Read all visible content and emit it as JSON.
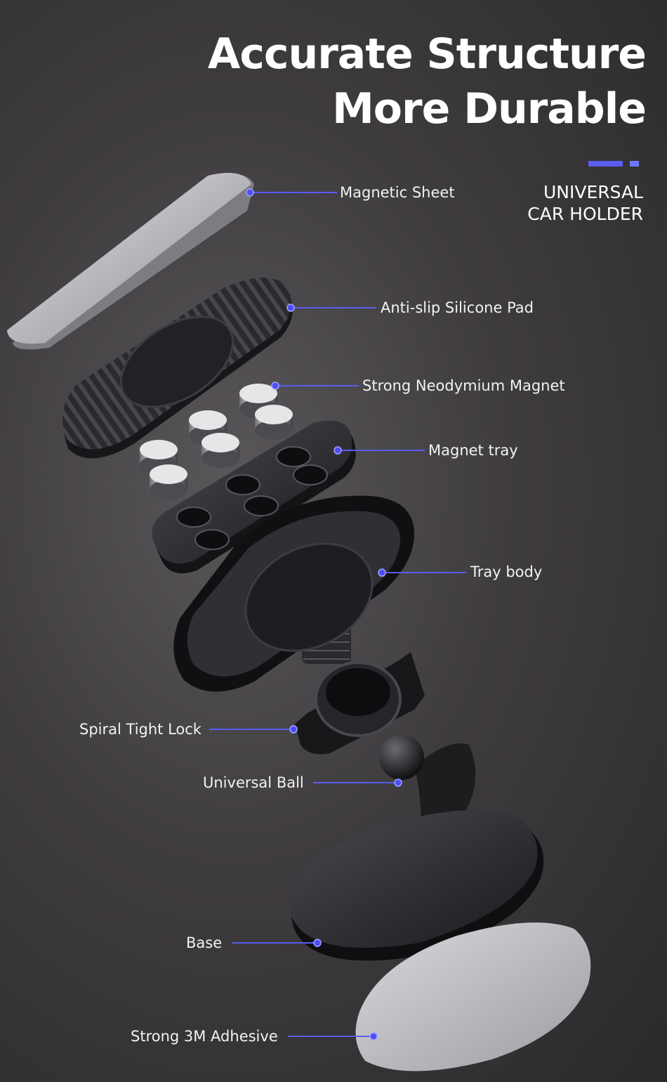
{
  "header": {
    "title_line1": "Accurate Structure",
    "title_line2": "More Durable",
    "subtitle_line1": "UNIVERSAL",
    "subtitle_line2": "CAR HOLDER"
  },
  "colors": {
    "accent": "#5b5cf0",
    "accent_light": "#6f78ff",
    "leader_line": "#5a5cf0"
  },
  "labels": {
    "magnetic_sheet": "Magnetic Sheet",
    "silicone_pad": "Anti-slip Silicone Pad",
    "neodymium_magnet": "Strong Neodymium Magnet",
    "magnet_tray": "Magnet tray",
    "tray_body": "Tray body",
    "spiral_lock": "Spiral Tight Lock",
    "universal_ball": "Universal Ball",
    "base": "Base",
    "adhesive": "Strong 3M Adhesive"
  }
}
